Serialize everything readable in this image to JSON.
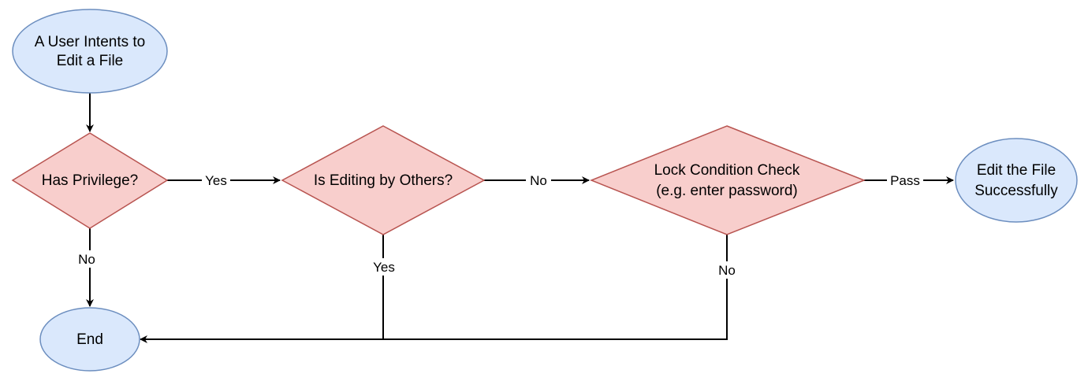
{
  "colors": {
    "start_end_fill": "#dae8fc",
    "start_end_stroke": "#6c8ebf",
    "decision_fill": "#f8cecc",
    "decision_stroke": "#b85450",
    "edge": "#000000"
  },
  "nodes": {
    "start": {
      "line1": "A User Intents to",
      "line2": "Edit a File"
    },
    "has_privilege": {
      "label": "Has Privilege?"
    },
    "is_editing": {
      "label": "Is Editing by Others?"
    },
    "lock_check": {
      "line1": "Lock Condition Check",
      "line2": "(e.g. enter password)"
    },
    "success": {
      "line1": "Edit the File",
      "line2": "Successfully"
    },
    "end": {
      "label": "End"
    }
  },
  "edges": {
    "privilege_yes": "Yes",
    "privilege_no": "No",
    "editing_no": "No",
    "editing_yes": "Yes",
    "lock_pass": "Pass",
    "lock_no": "No"
  }
}
